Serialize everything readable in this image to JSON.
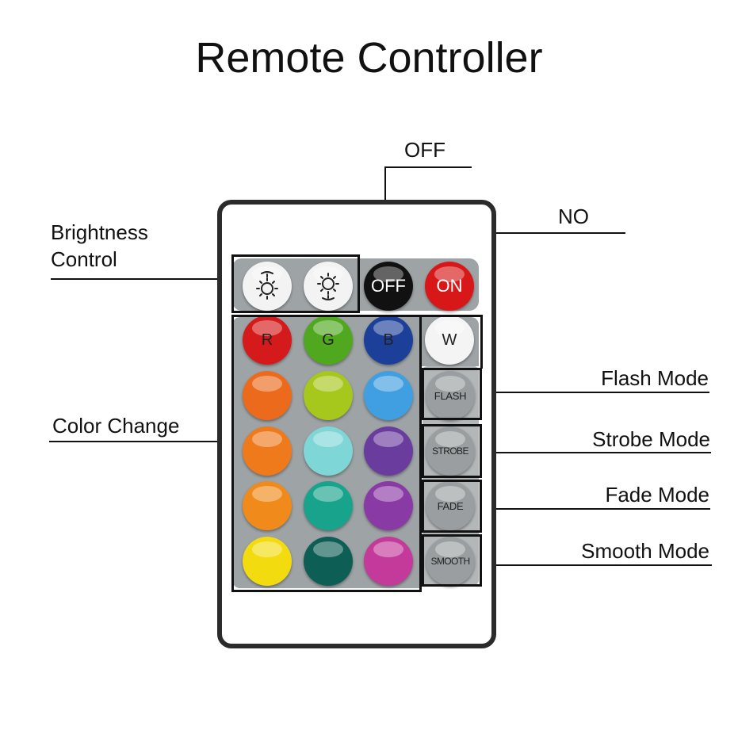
{
  "title": "Remote Controller",
  "labels": {
    "off": "OFF",
    "on": "NO",
    "brightness_line1": "Brightness",
    "brightness_line2": "Control",
    "color_change": "Color Change",
    "flash_mode": "Flash Mode",
    "strobe_mode": "Strobe Mode",
    "fade_mode": "Fade Mode",
    "smooth_mode": "Smooth Mode"
  },
  "buttons": {
    "brightness_up": {
      "icon": "brightness-up-icon"
    },
    "brightness_down": {
      "icon": "brightness-down-icon"
    },
    "off": {
      "label": "OFF",
      "color": "#111111"
    },
    "on": {
      "label": "ON",
      "color": "#d81818"
    },
    "r": {
      "label": "R",
      "color": "#d41a1a"
    },
    "g": {
      "label": "G",
      "color": "#4fa81e"
    },
    "b": {
      "label": "B",
      "color": "#1c3f99"
    },
    "w": {
      "label": "W",
      "color": "#f4f4f4"
    },
    "flash": {
      "label": "FLASH"
    },
    "strobe": {
      "label": "STROBE"
    },
    "fade": {
      "label": "FADE"
    },
    "smooth": {
      "label": "SMOOTH"
    }
  },
  "colors": {
    "row2": [
      "#ec6a1c",
      "#a6c71c",
      "#3f9fe0"
    ],
    "row3": [
      "#ee7a1c",
      "#7fd6d6",
      "#6a3c9e"
    ],
    "row4": [
      "#f08a1a",
      "#18a48c",
      "#8a3aa4"
    ],
    "row5": [
      "#f2dc10",
      "#0d5e55",
      "#c43a9a"
    ],
    "mode_button": "#9a9ea0",
    "panel": "#9ea3a5"
  }
}
